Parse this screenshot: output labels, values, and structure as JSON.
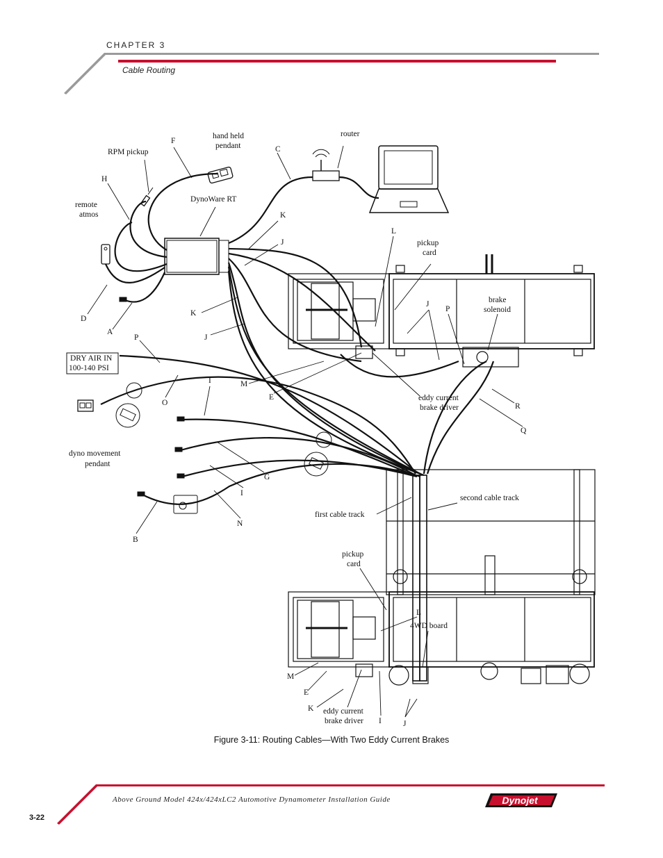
{
  "header": {
    "chapter": "CHAPTER 3",
    "section": "Cable Routing"
  },
  "figure": {
    "caption": "Figure 3-11: Routing Cables—With Two Eddy Current Brakes",
    "labels": {
      "rpm_pickup": "RPM pickup",
      "F": "F",
      "hand_held_1": "hand held",
      "hand_held_2": "pendant",
      "C": "C",
      "router": "router",
      "H": "H",
      "remote_1": "remote",
      "remote_2": "atmos",
      "dynoware": "DynoWare RT",
      "K1": "K",
      "J1": "J",
      "L1": "L",
      "pickup_card_1a": "pickup",
      "pickup_card_1b": "card",
      "D": "D",
      "A": "A",
      "K2": "K",
      "J2": "J",
      "J3": "J",
      "P1": "P",
      "brake_sol_1": "brake",
      "brake_sol_2": "solenoid",
      "P2": "P",
      "dry_air_1": "DRY AIR IN",
      "dry_air_2": "100-140 PSI",
      "I1": "I",
      "M1": "M",
      "O": "O",
      "E1": "E",
      "eddy_1a": "eddy current",
      "eddy_1b": "brake driver",
      "R": "R",
      "Q": "Q",
      "dyno_mov_1": "dyno movement",
      "dyno_mov_2": "pendant",
      "G": "G",
      "I2": "I",
      "N": "N",
      "B": "B",
      "second_track": "second cable track",
      "first_track": "first cable track",
      "pickup_card_2a": "pickup",
      "pickup_card_2b": "card",
      "L2": "L",
      "fourwd": "4WD board",
      "M2": "M",
      "E2": "E",
      "K3": "K",
      "eddy_2a": "eddy current",
      "eddy_2b": "brake driver",
      "I3": "I",
      "J4": "J"
    }
  },
  "footer": {
    "title": "Above Ground Model 424x/424xLC2 Automotive Dynamometer Installation Guide",
    "page": "3-22",
    "brand": "Dynojet"
  },
  "colors": {
    "accent": "#c8102e",
    "rule_gray": "#9a9a9a"
  }
}
